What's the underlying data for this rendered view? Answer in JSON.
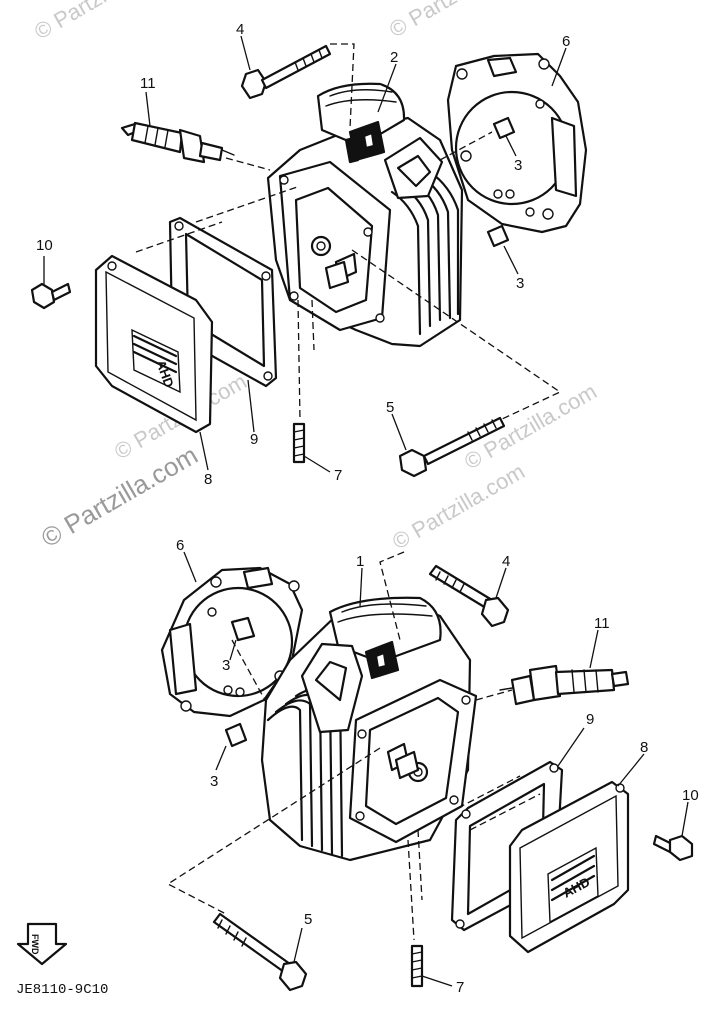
{
  "watermarks": {
    "top_left": "© Partzilla",
    "top_right": "© Partzilla",
    "middle_left": "© Partzilla.com",
    "middle_right": "© Partzilla.com",
    "center": "© Partzilla.com",
    "lower": "© Partzilla.com"
  },
  "callouts": {
    "top": {
      "c1": "11",
      "c2": "4",
      "c3": "2",
      "c4": "6",
      "c5": "3",
      "c6": "10",
      "c7": "3",
      "c8": "9",
      "c9": "8",
      "c10": "5",
      "c11": "7"
    },
    "bottom": {
      "c1": "6",
      "c2": "1",
      "c3": "4",
      "c4": "11",
      "c5": "3",
      "c6": "3",
      "c7": "9",
      "c8": "8",
      "c9": "10",
      "c10": "5",
      "c11": "7"
    }
  },
  "cover_logo": "AHD",
  "fwd_label": "FWD",
  "diagram_code": "JE8110-9C10"
}
